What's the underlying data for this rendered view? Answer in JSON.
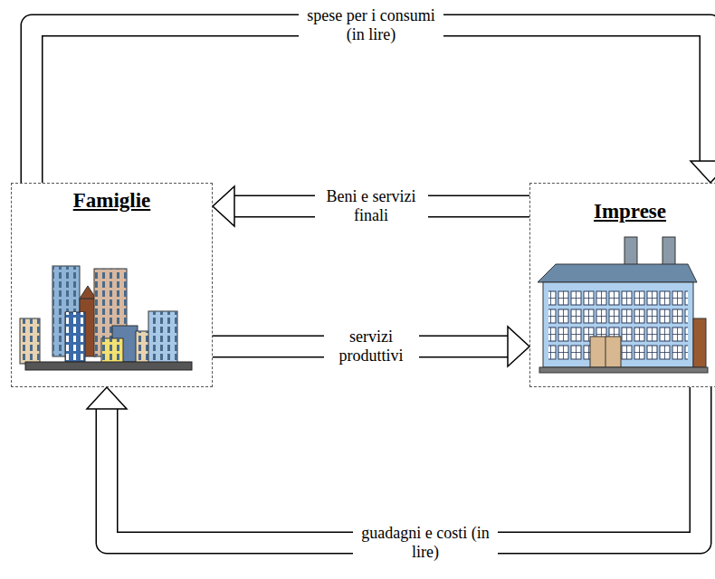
{
  "diagram": {
    "nodes": [
      {
        "text": [
          "Famiglie"
        ]
      },
      {
        "text": [
          "Imprese"
        ]
      }
    ],
    "edges": [
      {
        "from": 0,
        "to": 1,
        "label": "spese per i consumi (in lire)",
        "arrow": "to"
      },
      {
        "from": 1,
        "to": 0,
        "label": "Beni e servizi finali",
        "arrow": "to"
      },
      {
        "from": 0,
        "to": 1,
        "label": "servizi produttivi",
        "arrow": "to"
      },
      {
        "from": 1,
        "to": 0,
        "label": "guadagni e costi (in lire)",
        "arrow": "to"
      }
    ]
  }
}
